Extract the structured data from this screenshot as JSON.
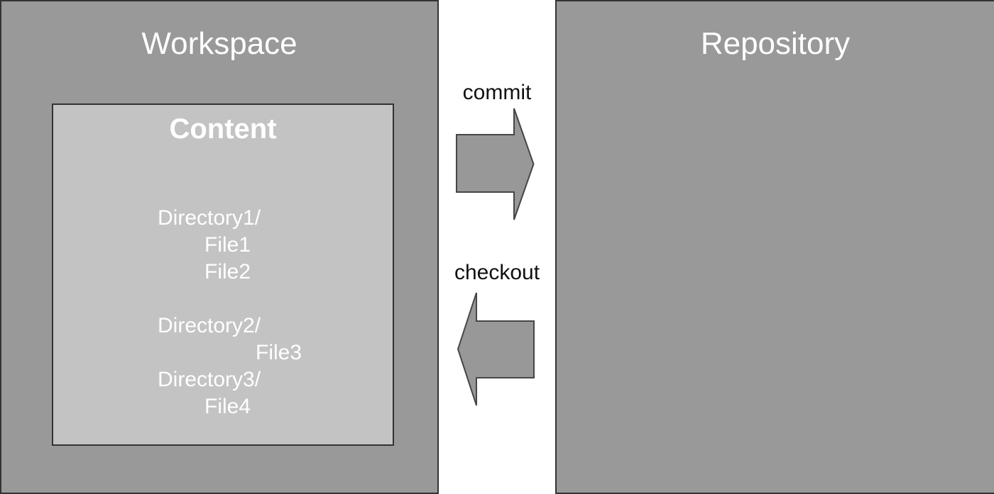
{
  "diagram": {
    "workspace": {
      "title": "Workspace"
    },
    "content": {
      "title": "Content",
      "entries": [
        {
          "label": "Directory1/",
          "indent": 0
        },
        {
          "label": "File1",
          "indent": 1
        },
        {
          "label": "File2",
          "indent": 1
        },
        {
          "label": "",
          "indent": 0
        },
        {
          "label": "Directory2/",
          "indent": 0
        },
        {
          "label": "File3",
          "indent": 2
        },
        {
          "label": "Directory3/",
          "indent": 0
        },
        {
          "label": "File4",
          "indent": 1
        }
      ]
    },
    "repository": {
      "title": "Repository"
    },
    "arrows": {
      "commit_label": "commit",
      "checkout_label": "checkout"
    },
    "colors": {
      "panel_fill": "#999999",
      "content_fill": "#c3c3c3",
      "border": "#333333",
      "arrow_fill": "#989898",
      "arrow_border": "#464646",
      "title_text": "#ffffff",
      "label_text": "#111111",
      "gap_bg": "#ffffff"
    }
  }
}
